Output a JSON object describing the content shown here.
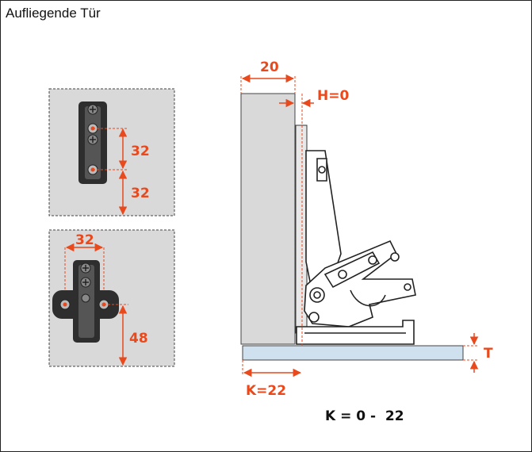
{
  "title": "Aufliegende Tür",
  "colors": {
    "accent": "#e8491d",
    "panel": "#d9d9d9",
    "door": "#cfe1ee",
    "hinge": "#2e2e2e"
  },
  "top_plate": {
    "dim_upper": "32",
    "dim_lower": "32"
  },
  "bottom_plate": {
    "dim_width": "32",
    "dim_height": "48"
  },
  "section": {
    "dim_thickness": "20",
    "dim_h": "H=0",
    "dim_k": "K=22",
    "dim_t": "T",
    "formula": "K = 0 -  22"
  }
}
